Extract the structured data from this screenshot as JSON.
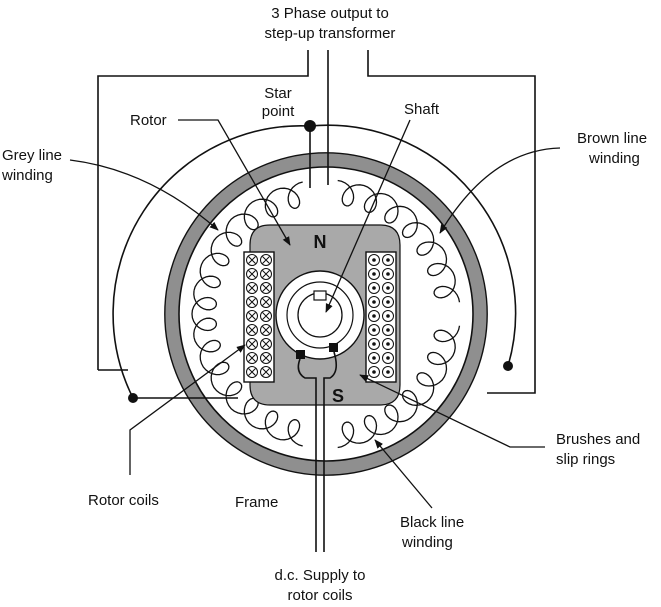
{
  "labels": {
    "output_title_line1": "3 Phase output to",
    "output_title_line2": "step-up transformer",
    "star_point_line1": "Star",
    "star_point_line2": "point",
    "rotor": "Rotor",
    "shaft": "Shaft",
    "grey_line_winding_line1": "Grey line",
    "grey_line_winding_line2": "winding",
    "brown_line_winding_line1": "Brown line",
    "brown_line_winding_line2": "winding",
    "pole_north": "N",
    "pole_south": "S",
    "brushes_line1": "Brushes and",
    "brushes_line2": "slip rings",
    "rotor_coils": "Rotor coils",
    "frame": "Frame",
    "black_line_winding_line1": "Black line",
    "black_line_winding_line2": "winding",
    "dc_supply_line1": "d.c. Supply to",
    "dc_supply_line2": "rotor coils"
  }
}
